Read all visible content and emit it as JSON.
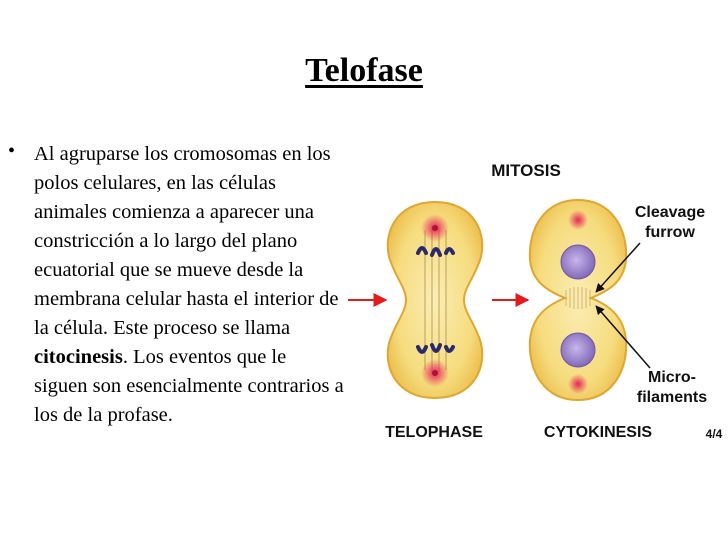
{
  "slide": {
    "title": "Telofase",
    "bullet_symbol": "•",
    "paragraph": {
      "part1": "Al agruparse los cromosomas en los polos celulares, en las células animales comienza a aparecer una constricción a lo largo del plano ecuatorial que se mueve desde la membrana celular hasta el interior de la célula. Este proceso se llama ",
      "bold_term": "citocinesis",
      "part2": ". Los eventos que le siguen son esencialmente contrarios a los de la profase."
    }
  },
  "figure": {
    "header": "MITOSIS",
    "cleavage_label": [
      "Cleavage",
      "furrow"
    ],
    "microfilament_label": [
      "Micro-",
      "filaments"
    ],
    "telophase_label": "TELOPHASE",
    "cytokinesis_label": "CYTOKINESIS",
    "page_marker": "4/4",
    "colors": {
      "cell_fill": "#f6dc7e",
      "cell_edge": "#e6b03a",
      "nucleus": "#9a84c8",
      "pole_red": "#e8245a",
      "arrow_red": "#e21b1b",
      "chromosome": "#2a2a6a"
    }
  }
}
